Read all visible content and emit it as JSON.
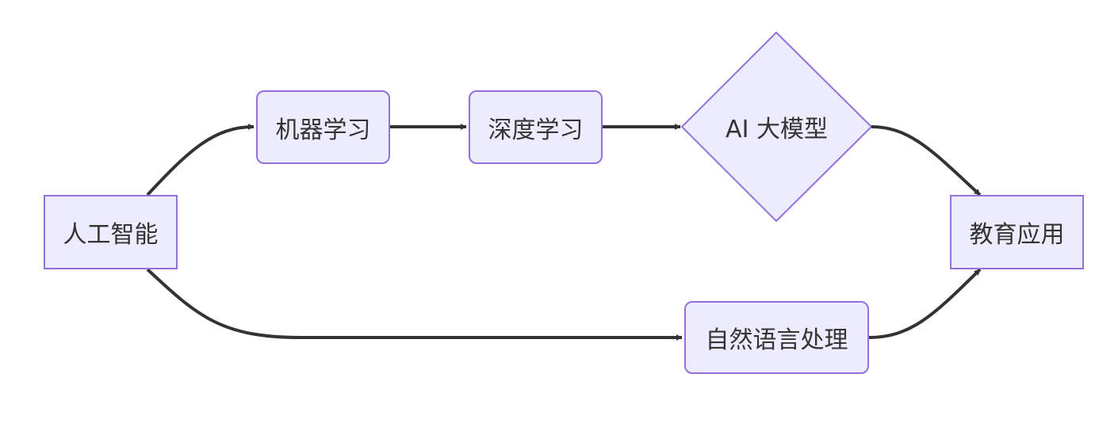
{
  "diagram": {
    "nodes": {
      "ai": {
        "label": "人工智能",
        "shape": "rect"
      },
      "ml": {
        "label": "机器学习",
        "shape": "rounded-rect"
      },
      "dl": {
        "label": "深度学习",
        "shape": "rounded-rect"
      },
      "llm": {
        "label": "AI 大模型",
        "shape": "diamond"
      },
      "nlp": {
        "label": "自然语言处理",
        "shape": "rounded-rect"
      },
      "edu": {
        "label": "教育应用",
        "shape": "rect"
      }
    },
    "edges": [
      {
        "from": "人工智能",
        "to": "机器学习"
      },
      {
        "from": "机器学习",
        "to": "深度学习"
      },
      {
        "from": "深度学习",
        "to": "AI 大模型"
      },
      {
        "from": "AI 大模型",
        "to": "教育应用"
      },
      {
        "from": "人工智能",
        "to": "自然语言处理"
      },
      {
        "from": "自然语言处理",
        "to": "教育应用"
      }
    ],
    "colors": {
      "node_fill": "#ECECFF",
      "node_stroke": "#9370DB",
      "edge": "#333333",
      "text": "#333333"
    }
  }
}
